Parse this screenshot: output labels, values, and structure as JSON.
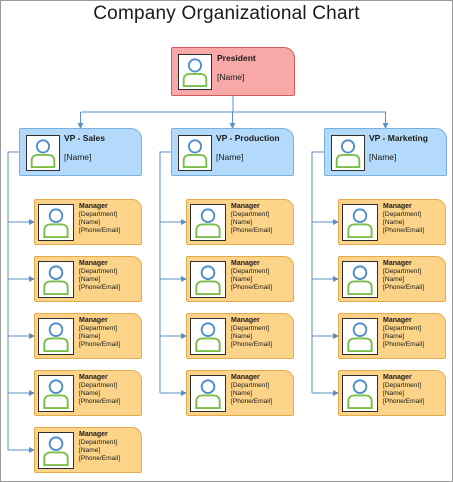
{
  "title": "Company Organizational Chart",
  "icons": {
    "person": "person-silhouette-icon"
  },
  "colors": {
    "president_fill": "#f8a8a6",
    "vp_fill": "#b3dafa",
    "manager_fill": "#fbd389",
    "connector": "#5b8fc7",
    "person_icon_blue": "#4f8fcd",
    "person_icon_green": "#7bbf4a"
  },
  "president": {
    "role": "President",
    "name": "[Name]"
  },
  "vps": [
    {
      "role": "VP - Sales",
      "name": "[Name]"
    },
    {
      "role": "VP - Production",
      "name": "[Name]"
    },
    {
      "role": "VP - Marketing",
      "name": "[Name]"
    }
  ],
  "managers": {
    "sales": [
      {
        "role": "Manager",
        "dept": "[Department]",
        "name": "[Name]",
        "contact": "[Phone/Email]"
      },
      {
        "role": "Manager",
        "dept": "[Department]",
        "name": "[Name]",
        "contact": "[Phone/Email]"
      },
      {
        "role": "Manager",
        "dept": "[Department]",
        "name": "[Name]",
        "contact": "[Phone/Email]"
      },
      {
        "role": "Manager",
        "dept": "[Department]",
        "name": "[Name]",
        "contact": "[Phone/Email]"
      },
      {
        "role": "Manager",
        "dept": "[Department]",
        "name": "[Name]",
        "contact": "[Phone/Email]"
      }
    ],
    "production": [
      {
        "role": "Manager",
        "dept": "[Department]",
        "name": "[Name]",
        "contact": "[Phone/Email]"
      },
      {
        "role": "Manager",
        "dept": "[Department]",
        "name": "[Name]",
        "contact": "[Phone/Email]"
      },
      {
        "role": "Manager",
        "dept": "[Department]",
        "name": "[Name]",
        "contact": "[Phone/Email]"
      },
      {
        "role": "Manager",
        "dept": "[Department]",
        "name": "[Name]",
        "contact": "[Phone/Email]"
      }
    ],
    "marketing": [
      {
        "role": "Manager",
        "dept": "[Department]",
        "name": "[Name]",
        "contact": "[Phone/Email]"
      },
      {
        "role": "Manager",
        "dept": "[Department]",
        "name": "[Name]",
        "contact": "[Phone/Email]"
      },
      {
        "role": "Manager",
        "dept": "[Department]",
        "name": "[Name]",
        "contact": "[Phone/Email]"
      },
      {
        "role": "Manager",
        "dept": "[Department]",
        "name": "[Name]",
        "contact": "[Phone/Email]"
      }
    ]
  }
}
